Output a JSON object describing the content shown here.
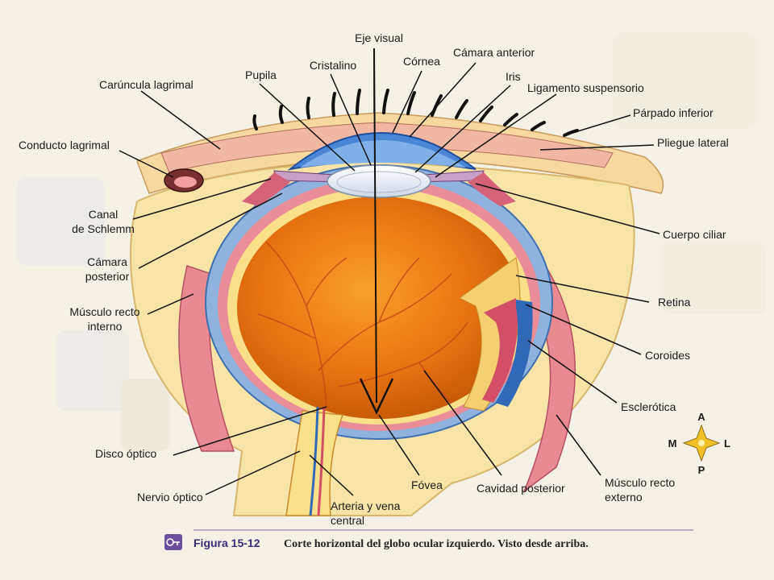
{
  "labels": {
    "eje_visual": "Eje visual",
    "cristalino": "Cristalino",
    "cornea": "Córnea",
    "camara_anterior": "Cámara anterior",
    "pupila": "Pupila",
    "iris": "Iris",
    "ligamento_suspensorio": "Ligamento suspensorio",
    "caruncula_lagrimal": "Carúncula lagrimal",
    "parpado_inferior": "Párpado inferior",
    "pliegue_lateral": "Pliegue lateral",
    "conducto_lagrimal": "Conducto lagrimal",
    "canal_l1": "Canal",
    "canal_l2": "de Schlemm",
    "cuerpo_ciliar": "Cuerpo ciliar",
    "camara_post_l1": "Cámara",
    "camara_post_l2": "posterior",
    "retina": "Retina",
    "musculo_int_l1": "Músculo recto",
    "musculo_int_l2": "interno",
    "coroides": "Coroides",
    "esclerotica": "Esclerótica",
    "disco_optico": "Disco óptico",
    "nervio_optico": "Nervio óptico",
    "fovea": "Fóvea",
    "cavidad_posterior": "Cavidad posterior",
    "musculo_ext_l1": "Músculo recto",
    "musculo_ext_l2": "externo",
    "arteria_l1": "Arteria y vena",
    "arteria_l2": "central"
  },
  "compass": {
    "a": "A",
    "m": "M",
    "l": "L",
    "p": "P"
  },
  "caption": {
    "figure": "Figura 15-12",
    "text": "Corte horizontal del globo ocular izquierdo. Visto desde arriba."
  }
}
